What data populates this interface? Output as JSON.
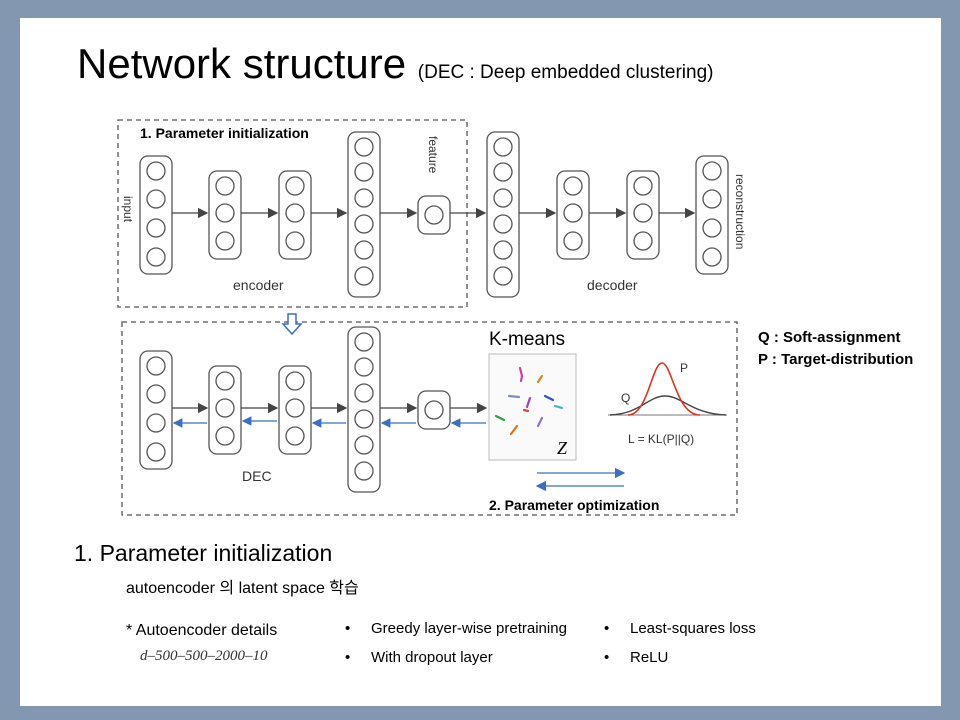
{
  "slide": {
    "title": "Network structure",
    "subtitle": "(DEC : Deep embedded clustering)"
  },
  "diagram": {
    "top_box_label": "1. Parameter initialization",
    "bottom_box_label": "2. Parameter optimization",
    "input_label": "input",
    "feature_label": "feature",
    "reconstruction_label": "reconstruction",
    "encoder_label": "encoder",
    "decoder_label": "decoder",
    "dec_label": "DEC",
    "kmeans_label": "K-means",
    "z_label": "Z",
    "kl_formula": "L = KL(P||Q)",
    "p_label": "P",
    "q_label": "Q"
  },
  "legend": {
    "q": "Q : Soft-assignment",
    "p": "P : Target-distribution"
  },
  "section": {
    "heading": "1. Parameter initialization",
    "description": "autoencoder 의 latent space 학습",
    "details_label": "* Autoencoder details",
    "architecture": "d–500–500–2000–10",
    "bullets_left": [
      "Greedy layer-wise pretraining",
      "With dropout layer"
    ],
    "bullets_right": [
      "Least-squares loss",
      "ReLU"
    ]
  },
  "colors": {
    "background": "#8497b0",
    "arrow_blue": "#3a6fc4",
    "curve_red": "#e03020",
    "node_stroke": "#555555"
  }
}
